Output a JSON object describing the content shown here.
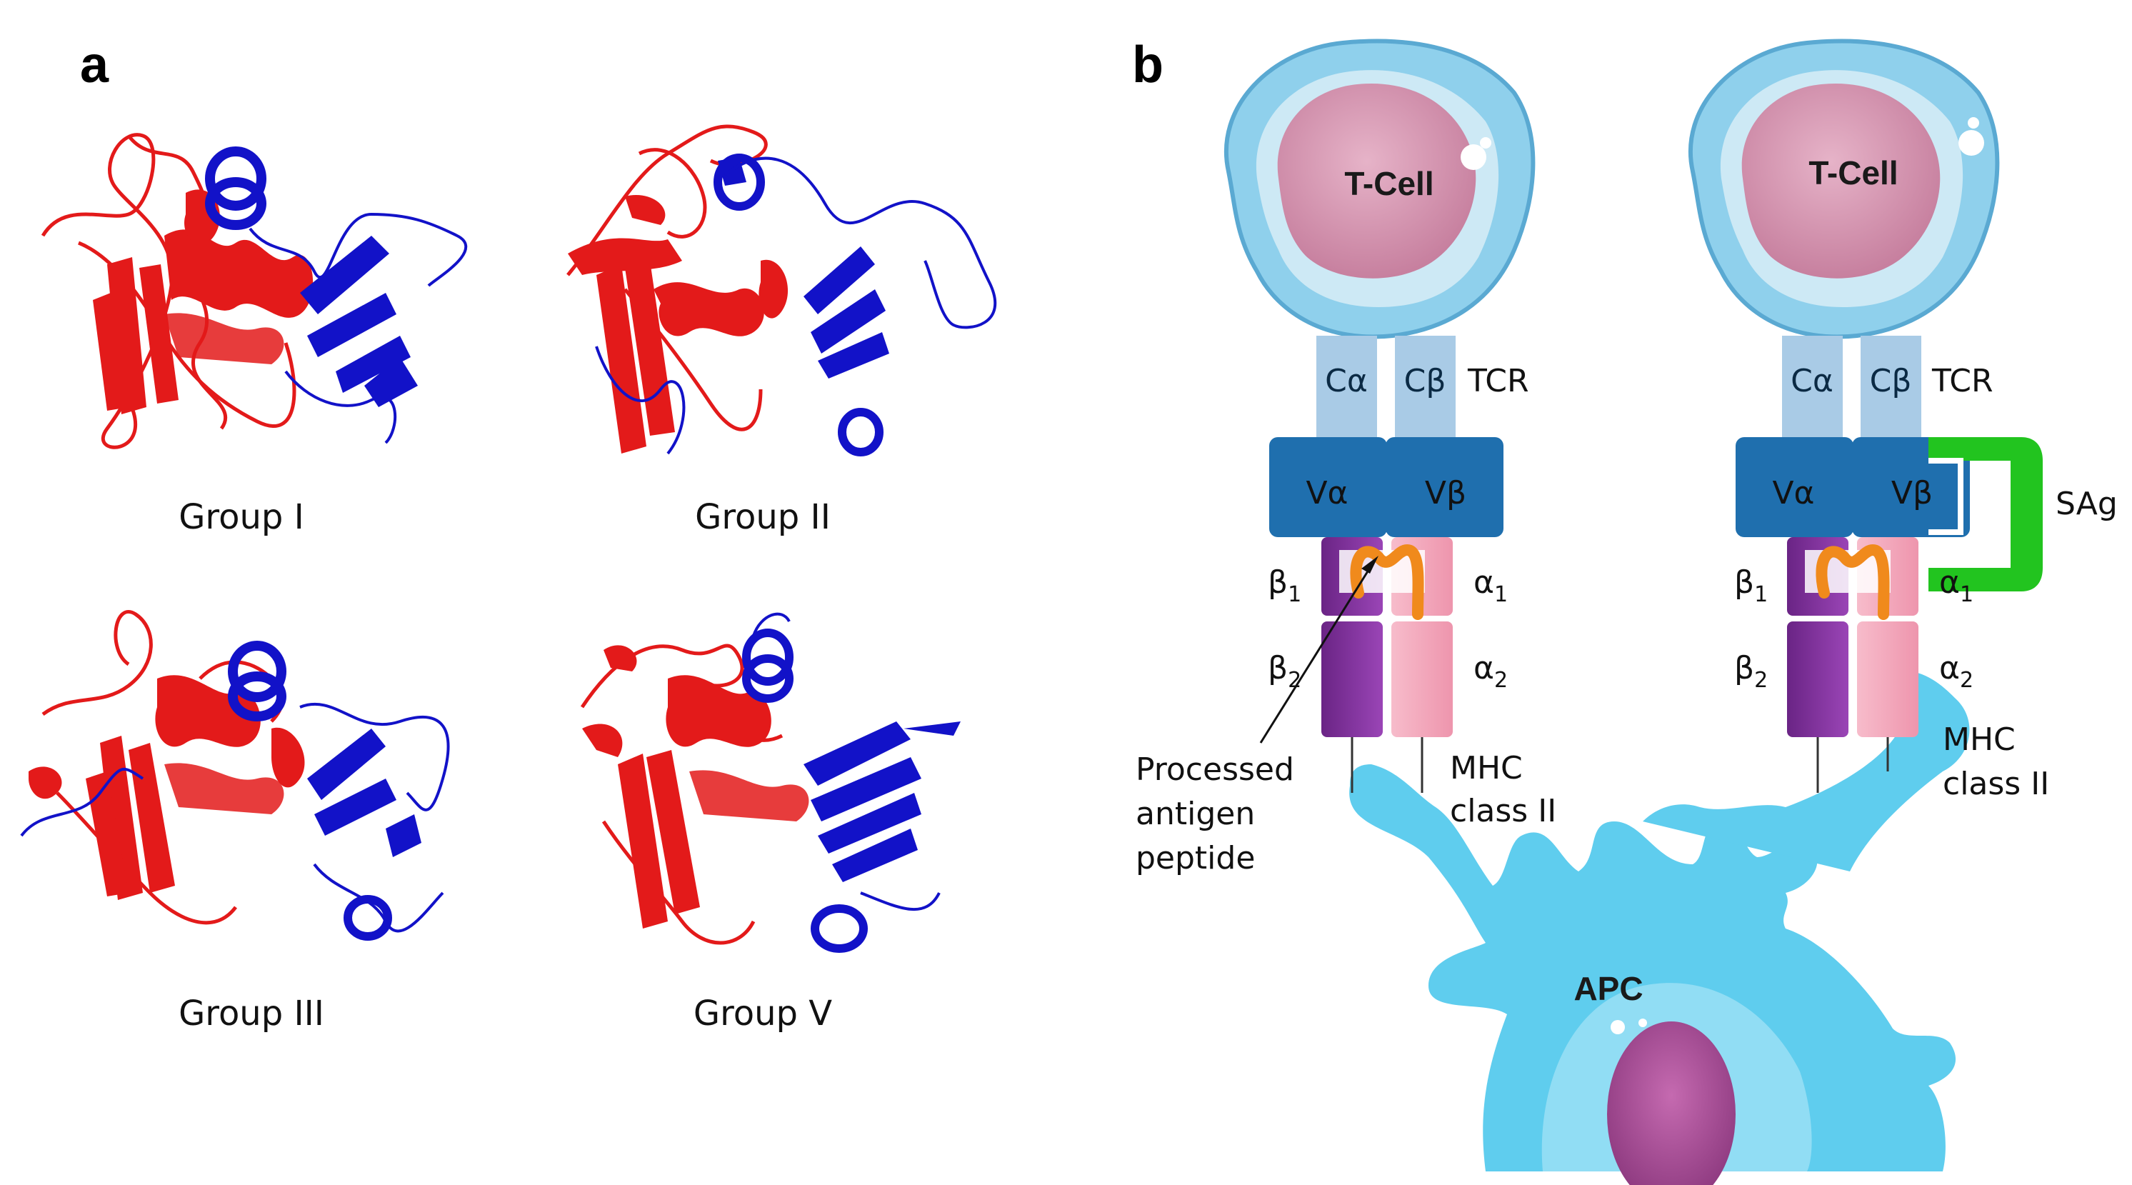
{
  "panel_a": {
    "letter": "a",
    "groups": [
      {
        "caption": "Group I",
        "alpha_color": "#e31a1a",
        "beta_color": "#1212c8"
      },
      {
        "caption": "Group II",
        "alpha_color": "#e31a1a",
        "beta_color": "#1212c8"
      },
      {
        "caption": "Group III",
        "alpha_color": "#e31a1a",
        "beta_color": "#1212c8"
      },
      {
        "caption": "Group V",
        "alpha_color": "#e31a1a",
        "beta_color": "#1212c8"
      }
    ]
  },
  "panel_b": {
    "letter": "b",
    "left": {
      "cell_label": "T-Cell",
      "c_alpha": "Cα",
      "c_beta": "Cβ",
      "tcr": "TCR",
      "v_alpha": "Vα",
      "v_beta": "Vβ",
      "beta1": "β",
      "beta1_sub": "1",
      "alpha1": "α",
      "alpha1_sub": "1",
      "beta2": "β",
      "beta2_sub": "2",
      "alpha2": "α",
      "alpha2_sub": "2",
      "mhc_line1": "MHC",
      "mhc_line2": "class II",
      "peptide_line1": "Processed",
      "peptide_line2": "antigen",
      "peptide_line3": "peptide"
    },
    "right": {
      "cell_label": "T-Cell",
      "c_alpha": "Cα",
      "c_beta": "Cβ",
      "tcr": "TCR",
      "v_alpha": "Vα",
      "v_beta": "Vβ",
      "sag": "SAg",
      "beta1": "β",
      "beta1_sub": "1",
      "alpha1": "α",
      "alpha1_sub": "1",
      "beta2": "β",
      "beta2_sub": "2",
      "alpha2": "α",
      "alpha2_sub": "2",
      "mhc_line1": "MHC",
      "mhc_line2": "class II"
    },
    "apc_label": "APC",
    "colors": {
      "tcell_membrane": "#8fd0ec",
      "tcell_nucleus": "#d59ab4",
      "c_domain": "#a9cbe6",
      "v_domain": "#1f6fae",
      "beta_chain": "#7b2d97",
      "alpha_chain": "#f5a9bd",
      "peptide": "#f08a1c",
      "sag": "#22c41f",
      "apc": "#5fcdee",
      "apc_nucleus": "#b0509c"
    }
  }
}
